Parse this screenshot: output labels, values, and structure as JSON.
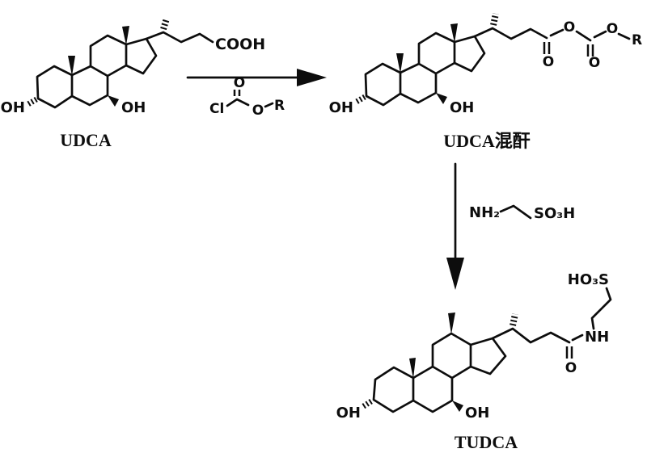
{
  "page": {
    "background": "#ffffff",
    "ink": "#0d0d0d"
  },
  "molecules": {
    "udca": {
      "name": "UDCA",
      "oh_left": "OH",
      "oh_right": "OH",
      "acid": "COOH"
    },
    "udca_mixed_anhydride": {
      "name": "UDCA混酐",
      "oh_left": "OH",
      "oh_right": "OH",
      "carbonyl_o": "O",
      "bridge_o": "O",
      "carbonate_carbonyl_o": "O",
      "ester_o": "O",
      "r_group": "R"
    },
    "tudca": {
      "name": "TUDCA",
      "oh_left": "OH",
      "oh_right": "OH",
      "amide_o": "O",
      "amide_nh": "NH",
      "sulfo_group": "HO₃S"
    }
  },
  "reagents": {
    "chloroformate": {
      "chlorine": "Cl",
      "carbonyl_o": "O",
      "ester_o": "O",
      "r_group": "R"
    },
    "taurine": {
      "amine": "NH₂",
      "sulfonic_acid": "SO₃H"
    }
  }
}
